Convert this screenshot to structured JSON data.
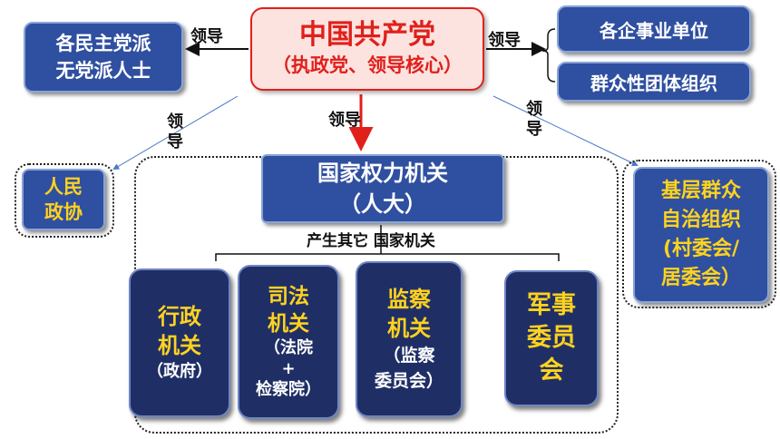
{
  "party": {
    "title": "中国共产党",
    "subtitle": "（执政党、领导核心）"
  },
  "democratic_parties": {
    "line1": "各民主党派",
    "line2": "无党派人士"
  },
  "enterprises": "各企事业单位",
  "mass_orgs": "群众性团体组织",
  "lead_label": "领导",
  "lead_chars": [
    "领",
    "导"
  ],
  "cppcc": {
    "line1": "人民",
    "line2": "政协"
  },
  "npc": {
    "title": "国家权力机关",
    "subtitle": "（人大）"
  },
  "produces": "产生其它 国家机关",
  "grassroots": {
    "line1": "基层群众",
    "line2": "自治组织",
    "line3": "(村委会/",
    "line4": "居委会）"
  },
  "admin": {
    "line1": "行政",
    "line2": "机关",
    "line3": "（政府）"
  },
  "judicial": {
    "line1": "司法",
    "line2": "机关",
    "line3": "（法院",
    "line4": "+",
    "line5": "检察院）"
  },
  "supervision": {
    "line1": "监察",
    "line2": "机关",
    "line3": "（监察",
    "line4": "委员会）"
  },
  "military": {
    "line1": "军事",
    "line2": "委员",
    "line3": "会"
  },
  "colors": {
    "box_blue": "#2f4fa0",
    "box_navy": "#1f2f66",
    "party_red": "#e0201b",
    "accent_yellow": "#ffd21f"
  }
}
